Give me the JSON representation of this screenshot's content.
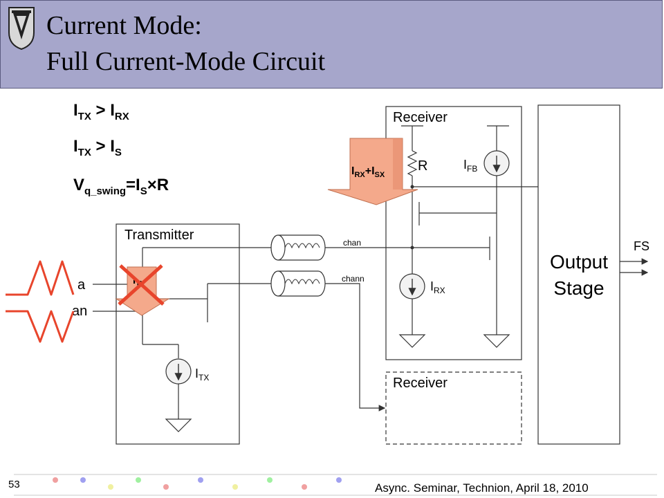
{
  "title": {
    "line1": "Current Mode:",
    "line2": "Full Current-Mode Circuit"
  },
  "equations": [
    {
      "main": "I",
      "sub": "TX",
      "rest": " > I",
      "sub2": "RX"
    },
    {
      "main": "I",
      "sub": "TX",
      "rest": " > I",
      "sub2": "S"
    },
    {
      "main": "V",
      "sub": "q_swing",
      "rest": "=I",
      "sub2": "S",
      "rest2": "×R"
    }
  ],
  "diagram": {
    "transmitter_label": "Transmitter",
    "receiver_top_label": "Receiver",
    "receiver_bottom_label": "Receiver",
    "output_stage_line1": "Output",
    "output_stage_line2": "Stage",
    "fs_label": "FS",
    "input_a": "a",
    "input_an": "an",
    "chan_label": "chan",
    "chann_label": "chann",
    "resistor_label": "R",
    "current_tx_main": "I",
    "current_tx_sub": "TX",
    "current_rx_main": "I",
    "current_rx_sub": "RX",
    "current_fb_main": "I",
    "current_fb_sub": "FB",
    "arrow_rx_main1": "I",
    "arrow_rx_sub1": "RX",
    "arrow_rx_mid": "+I",
    "arrow_rx_sub2": "SX",
    "arrow_tx_main": "I",
    "arrow_tx_sub": "TX",
    "colors": {
      "arrow_fill": "#f4a98b",
      "cross": "#e8452c",
      "wave": "#e8452c",
      "title_bg": "#a6a6cb"
    }
  },
  "footer": {
    "slide_number": "53",
    "text": "Async. Seminar, Technion, April 18, 2010"
  }
}
